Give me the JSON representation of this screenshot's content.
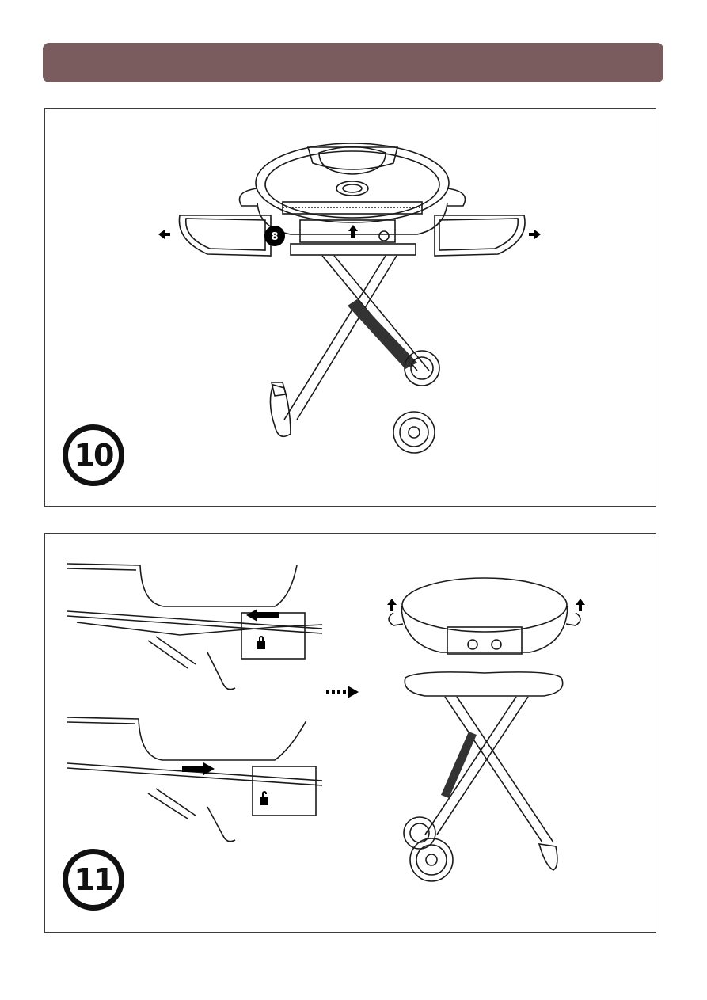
{
  "header": {
    "title": ""
  },
  "steps": [
    {
      "number": "10",
      "callout": "8"
    },
    {
      "number": "11"
    }
  ],
  "colors": {
    "header": "#7a5c5e",
    "line": "#1a1a1a",
    "accent": "#000000"
  },
  "icons": [
    "arrow-left-icon",
    "arrow-right-icon",
    "arrow-up-icon",
    "lock-icon",
    "unlock-icon",
    "dashed-arrow-icon"
  ]
}
